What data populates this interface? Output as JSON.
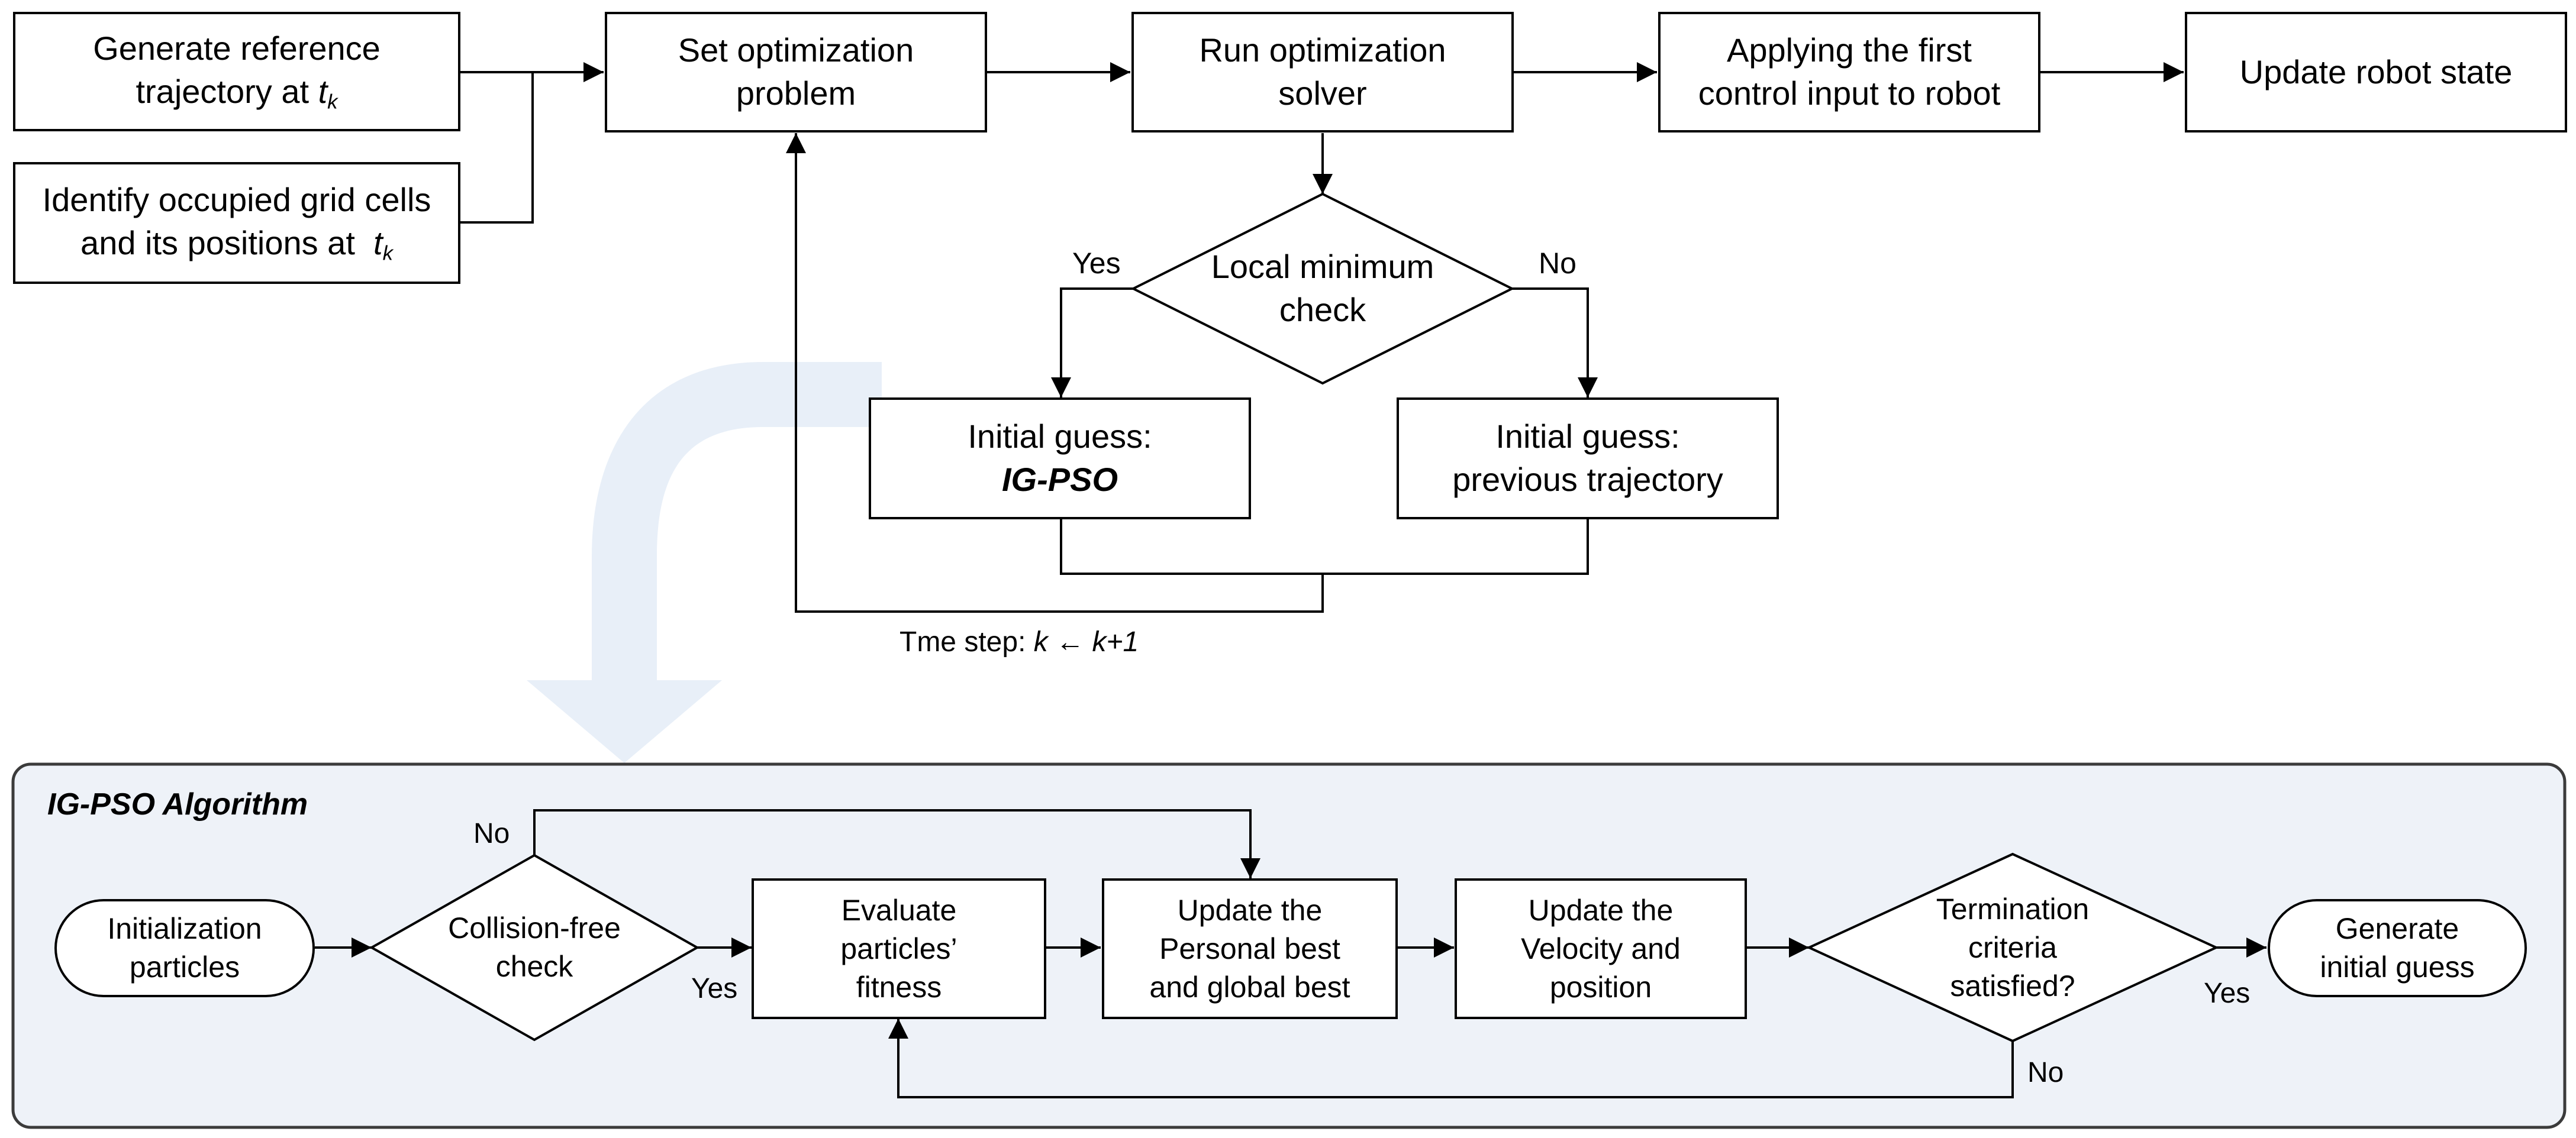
{
  "top_flow": {
    "generate_reference": {
      "line1": "Generate reference",
      "line2": "trajectory at",
      "var": "t",
      "sub": "k"
    },
    "identify_cells": {
      "line1": "Identify occupied grid cells",
      "line2": "and its positions at",
      "var": "t",
      "sub": "k"
    },
    "set_problem": {
      "line1": "Set optimization",
      "line2": "problem"
    },
    "run_solver": {
      "line1": "Run optimization",
      "line2": "solver"
    },
    "apply_input": {
      "line1": "Applying the first",
      "line2": "control input to robot"
    },
    "update_state": {
      "line1": "Update robot state"
    },
    "local_min_check": {
      "line1": "Local minimum",
      "line2": "check",
      "yes": "Yes",
      "no": "No"
    },
    "guess_igpso": {
      "line1": "Initial guess:",
      "line2": "IG-PSO"
    },
    "guess_previous": {
      "line1": "Initial guess:",
      "line2": "previous trajectory"
    },
    "time_step": {
      "prefix": "Tme step:",
      "k": "k",
      "arrow": "←",
      "k_next": "k+1"
    }
  },
  "igpso_panel": {
    "title": "IG-PSO Algorithm",
    "init_particles": {
      "line1": "Initialization",
      "line2": "particles"
    },
    "collision_check": {
      "line1": "Collision-free",
      "line2": "check",
      "yes": "Yes",
      "no": "No"
    },
    "evaluate_fitness": {
      "line1": "Evaluate",
      "line2": "particles’",
      "line3": "fitness"
    },
    "update_best": {
      "line1": "Update the",
      "line2": "Personal best",
      "line3": "and global best"
    },
    "update_velocity": {
      "line1": "Update the",
      "line2": "Velocity and",
      "line3": "position"
    },
    "termination_check": {
      "line1": "Termination",
      "line2": "criteria",
      "line3": "satisfied?",
      "yes": "Yes",
      "no": "No"
    },
    "generate_guess": {
      "line1": "Generate",
      "line2": "initial guess"
    }
  },
  "colors": {
    "line": "#000000",
    "panel_fill": "#eef2f8",
    "panel_border": "#3b3b3b",
    "big_arrow": "#e8eff8"
  }
}
